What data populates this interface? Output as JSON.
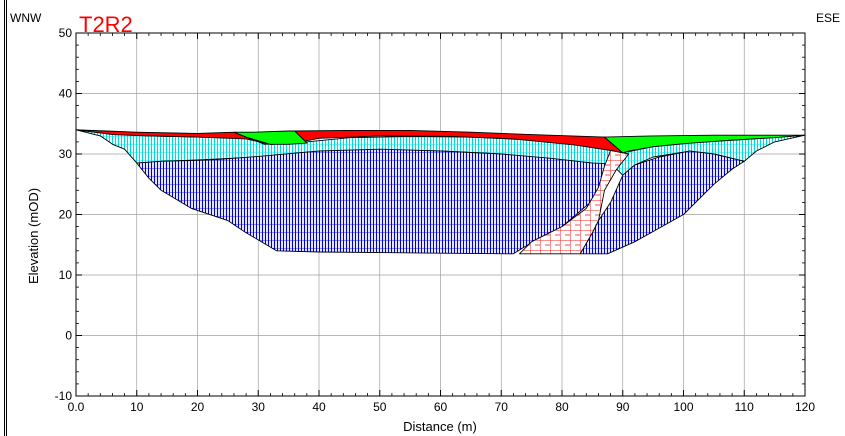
{
  "chart_data": {
    "type": "area",
    "title": "T2R2",
    "xlabel": "Distance (m)",
    "ylabel": "Elevation (mOD)",
    "xlim": [
      0,
      120
    ],
    "ylim": [
      -10,
      50
    ],
    "x_ticks": [
      "0.0",
      "10",
      "20",
      "30",
      "40",
      "50",
      "60",
      "70",
      "80",
      "90",
      "100",
      "110",
      "120"
    ],
    "y_ticks": [
      "-10",
      "0",
      "10",
      "20",
      "30",
      "40",
      "50"
    ],
    "grid": true,
    "left_direction": "WNW",
    "right_direction": "ESE",
    "series": [
      {
        "color": "#ff0000",
        "fill": "solid",
        "points": [
          [
            0,
            34
          ],
          [
            5,
            33.8
          ],
          [
            10,
            33.6
          ],
          [
            15,
            33.5
          ],
          [
            20,
            33.4
          ],
          [
            26,
            33.6
          ],
          [
            28,
            32.8
          ],
          [
            32,
            31.6
          ],
          [
            26,
            33.6
          ],
          [
            31,
            31.6
          ],
          [
            35,
            31.8
          ],
          [
            36,
            33.8
          ],
          [
            45,
            33.9
          ],
          [
            55,
            33.9
          ],
          [
            65,
            33.6
          ],
          [
            75,
            33.2
          ],
          [
            87,
            32.8
          ],
          [
            90,
            30.2
          ],
          [
            88,
            30.6
          ],
          [
            82,
            31.5
          ],
          [
            72,
            32.5
          ],
          [
            62,
            32.9
          ],
          [
            50,
            33.0
          ],
          [
            40,
            32.6
          ],
          [
            36,
            31.8
          ],
          [
            32,
            31.6
          ],
          [
            28,
            32.5
          ],
          [
            20,
            32.8
          ],
          [
            12,
            33.0
          ],
          [
            6,
            33.2
          ]
        ]
      },
      {
        "color": "#00ff00",
        "fill": "solid",
        "points": [
          [
            26,
            33.6
          ],
          [
            29,
            33.6
          ],
          [
            35,
            33.8
          ],
          [
            36,
            33.8
          ],
          [
            38,
            31.8
          ],
          [
            35,
            31.6
          ],
          [
            32,
            31.6
          ],
          [
            28,
            32.8
          ]
        ]
      },
      {
        "color": "#00ff00",
        "fill": "solid",
        "points": [
          [
            87,
            32.8
          ],
          [
            95,
            33.0
          ],
          [
            105,
            33.1
          ],
          [
            115,
            33.1
          ],
          [
            120,
            33.1
          ],
          [
            115,
            32.7
          ],
          [
            108,
            32.3
          ],
          [
            100,
            31.7
          ],
          [
            95,
            31.2
          ],
          [
            91,
            30.5
          ],
          [
            90,
            30.2
          ]
        ]
      },
      {
        "color": "#00e5e5",
        "fill": "hatched",
        "points": [
          [
            0,
            34
          ],
          [
            6,
            33.3
          ],
          [
            12,
            33.0
          ],
          [
            20,
            32.8
          ],
          [
            28,
            32.6
          ],
          [
            32,
            31.6
          ],
          [
            36,
            31.8
          ],
          [
            45,
            32.7
          ],
          [
            55,
            32.9
          ],
          [
            65,
            32.8
          ],
          [
            75,
            32.3
          ],
          [
            82,
            31.6
          ],
          [
            88,
            30.6
          ],
          [
            90,
            30.2
          ],
          [
            95,
            31.2
          ],
          [
            102,
            31.9
          ],
          [
            110,
            32.4
          ],
          [
            120,
            33.1
          ],
          [
            115,
            32.0
          ],
          [
            112,
            30.5
          ],
          [
            110,
            28.8
          ],
          [
            105,
            30.0
          ],
          [
            100,
            30.3
          ],
          [
            95,
            29.5
          ],
          [
            92,
            28.2
          ],
          [
            90,
            26.5
          ],
          [
            88,
            28.5
          ],
          [
            87,
            28.0
          ],
          [
            85,
            28.5
          ],
          [
            78,
            29.2
          ],
          [
            70,
            30.0
          ],
          [
            60,
            30.5
          ],
          [
            48,
            30.7
          ],
          [
            38,
            30.3
          ],
          [
            30,
            29.5
          ],
          [
            20,
            29.0
          ],
          [
            14,
            28.8
          ],
          [
            10,
            28.5
          ],
          [
            8,
            30.8
          ],
          [
            6,
            31.6
          ],
          [
            4,
            33.0
          ]
        ]
      },
      {
        "color": "#0000cc",
        "fill": "hatched",
        "points": [
          [
            10,
            28.5
          ],
          [
            14,
            28.8
          ],
          [
            22,
            29.0
          ],
          [
            30,
            29.6
          ],
          [
            40,
            30.5
          ],
          [
            50,
            30.8
          ],
          [
            60,
            30.5
          ],
          [
            70,
            30.0
          ],
          [
            78,
            29.3
          ],
          [
            85,
            28.5
          ],
          [
            88,
            28.4
          ],
          [
            87,
            24.0
          ],
          [
            80,
            18.0
          ],
          [
            76,
            16.0
          ],
          [
            72,
            13.5
          ],
          [
            60,
            13.6
          ],
          [
            50,
            13.7
          ],
          [
            40,
            13.8
          ],
          [
            33,
            14.0
          ],
          [
            28,
            17.0
          ],
          [
            25,
            19.0
          ],
          [
            19,
            21.0
          ],
          [
            14,
            24.0
          ],
          [
            12,
            26.0
          ]
        ]
      },
      {
        "color": "#0000cc",
        "fill": "hatched",
        "points": [
          [
            90,
            26.5
          ],
          [
            92,
            28.2
          ],
          [
            96,
            29.5
          ],
          [
            101,
            30.5
          ],
          [
            105,
            30.0
          ],
          [
            110,
            28.8
          ],
          [
            108,
            27.5
          ],
          [
            105,
            25.0
          ],
          [
            100,
            20.0
          ],
          [
            92,
            15.5
          ],
          [
            87.5,
            13.5
          ],
          [
            83,
            13.5
          ],
          [
            85,
            17.0
          ],
          [
            86,
            19.0
          ],
          [
            88,
            22.0
          ]
        ]
      },
      {
        "color": "#ff3333",
        "fill": "hatched",
        "points": [
          [
            88,
            30.6
          ],
          [
            90,
            30.2
          ],
          [
            91,
            30.0
          ],
          [
            89,
            27.5
          ],
          [
            87,
            24.0
          ],
          [
            86,
            19.0
          ],
          [
            85,
            17.0
          ],
          [
            83,
            13.5
          ],
          [
            79,
            13.5
          ],
          [
            76,
            13.5
          ],
          [
            73,
            13.5
          ],
          [
            75,
            15.5
          ],
          [
            80,
            18.0
          ],
          [
            84,
            21.0
          ],
          [
            86,
            24.5
          ],
          [
            87,
            28.0
          ]
        ]
      }
    ]
  }
}
